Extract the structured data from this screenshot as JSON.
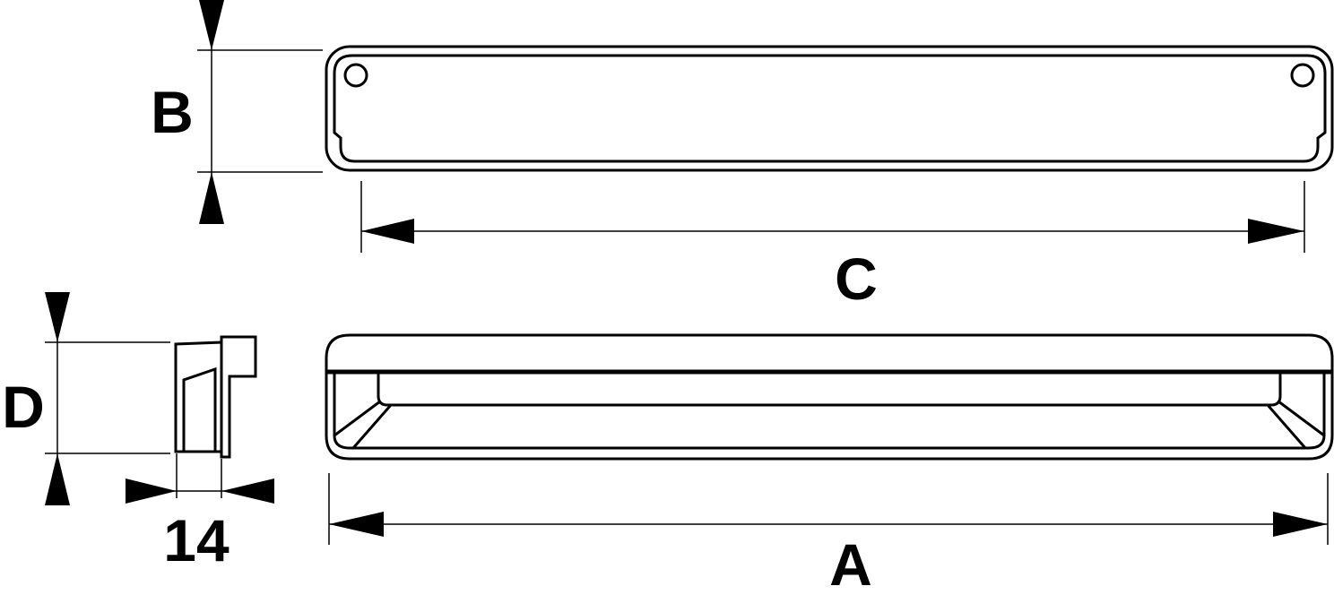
{
  "diagram": {
    "labels": {
      "b": "B",
      "c": "C",
      "d": "D",
      "depth": "14",
      "a": "A"
    },
    "colors": {
      "line": "#000000",
      "background": "#ffffff"
    }
  }
}
